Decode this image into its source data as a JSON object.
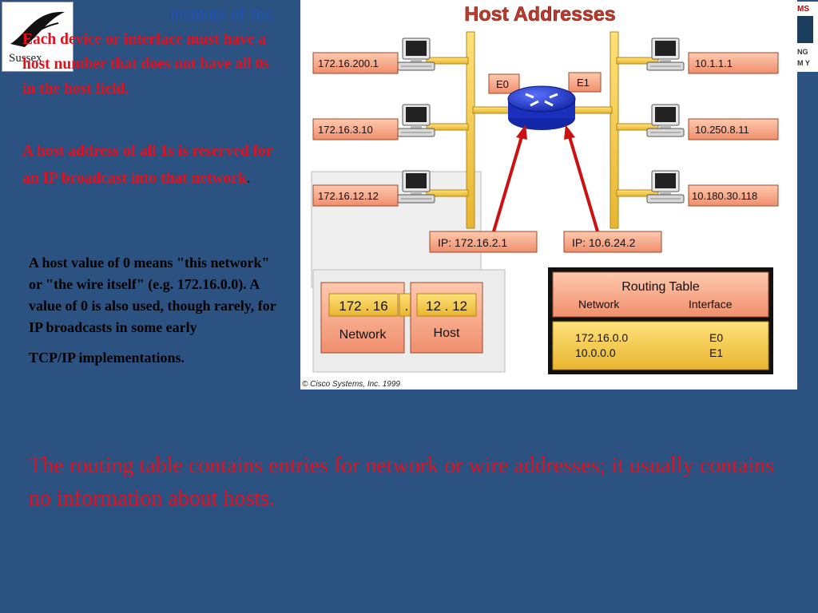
{
  "header": {
    "institute_text": "Institute of Tec"
  },
  "logos": {
    "left_logo_word": "Sussex",
    "right_logo_letters": [
      "MS",
      "NG",
      "M Y"
    ]
  },
  "left_text": {
    "para1": "Each device or interface must have a host number that does not have all 0s in the host field.",
    "para2": "A host address of all 1s is reserved for an IP broadcast into that network",
    "para2_period": ".",
    "para3_main": "A host value of 0 means \"this network\" or \"the wire itself\" (e.g. 172.16.0.0). A value of 0 is also used, though rarely, for IP broadcasts in some early",
    "para3_tail": "TCP/IP implementations."
  },
  "diagram": {
    "title": "Host Addresses",
    "left_hosts": [
      "172.16.200.1",
      "172.16.3.10",
      "172.16.12.12"
    ],
    "right_hosts": [
      "10.1.1.1",
      "10.250.8.11",
      "10.180.30.118"
    ],
    "interfaces": [
      "E0",
      "E1"
    ],
    "router_ips": [
      "IP:  172.16.2.1",
      "IP:  10.6.24.2"
    ],
    "address_box": {
      "network_value": "172 . 16",
      "dot": ".",
      "host_value": "12 . 12",
      "network_label": "Network",
      "host_label": "Host"
    },
    "routing_table": {
      "title": "Routing Table",
      "col_network": "Network",
      "col_interface": "Interface",
      "rows": [
        {
          "network": "172.16.0.0",
          "interface": "E0"
        },
        {
          "network": "10.0.0.0",
          "interface": "E1"
        }
      ]
    },
    "copyright": "© Cisco Systems, Inc. 1999"
  },
  "bottom_text": "The routing table contains entries for network or wire addresses; it usually contains no information about hosts.",
  "colors": {
    "background": "#2b5281",
    "red_text": "#e3101e",
    "label_fill": "#f5a88a",
    "bus_yellow": "#f2c53d",
    "router_blue": "#2036c8"
  }
}
